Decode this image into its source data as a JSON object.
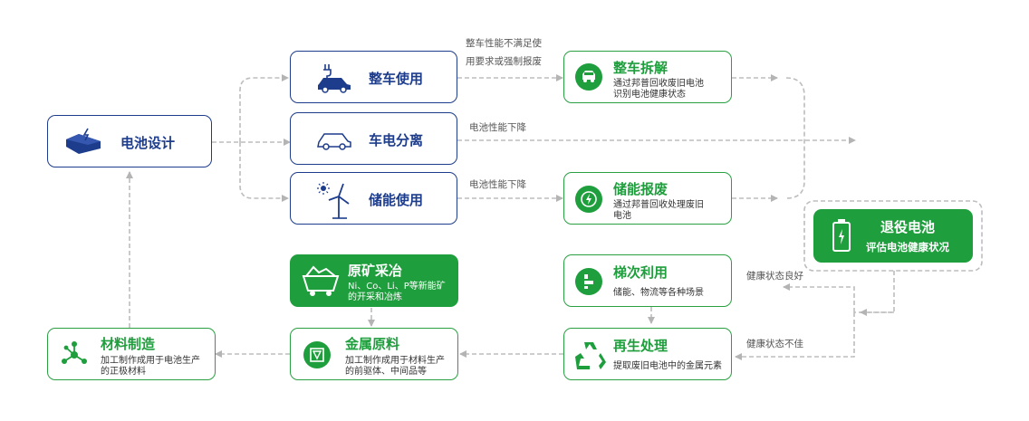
{
  "nodes": {
    "battery_design": {
      "title": "电池设计"
    },
    "vehicle_use": {
      "title": "整车使用"
    },
    "vehicle_battery_separation": {
      "title": "车电分离"
    },
    "storage_use": {
      "title": "储能使用"
    },
    "vehicle_dismantle": {
      "title": "整车拆解",
      "desc_line1": "通过邦普回收废旧电池",
      "desc_line2": "识别电池健康状态"
    },
    "storage_scrap": {
      "title": "储能报废",
      "desc_line1": "通过邦普回收处理废旧",
      "desc_line2": "电池"
    },
    "retired_battery": {
      "title": "退役电池",
      "subtitle": "评估电池健康状况"
    },
    "mining_smelting": {
      "title": "原矿采冶",
      "desc_line1": "Ni、Co、Li、P等新能矿",
      "desc_line2": "的开采和冶炼"
    },
    "cascade_use": {
      "title": "梯次利用",
      "desc_line1": "储能、物流等各种场景"
    },
    "metal_raw": {
      "title": "金属原料",
      "desc_line1": "加工制作成用于材料生产",
      "desc_line2": "的前驱体、中间品等"
    },
    "recycling": {
      "title": "再生处理",
      "desc_line1": "提取废旧电池中的金属元素"
    },
    "material_mfg": {
      "title": "材料制造",
      "desc_line1": "加工制作成用于电池生产",
      "desc_line2": "的正极材料"
    }
  },
  "edge_labels": {
    "vehicle_fail_line1": "整车性能不满足使",
    "vehicle_fail_line2": "用要求或强制报废",
    "battery_degrade_1": "电池性能下降",
    "battery_degrade_2": "电池性能下降",
    "health_good": "健康状态良好",
    "health_poor": "健康状态不佳"
  },
  "colors": {
    "navy": "#1d3c8c",
    "green": "#1e9e3c",
    "arrow": "#b4b4b4"
  },
  "icons": [
    "car-charging-icon",
    "car-icon",
    "wind-turbine-icon",
    "truck-icon",
    "lightning-icon",
    "battery-icon",
    "mine-cart-icon",
    "pie-icon",
    "recycle-icon",
    "metal-icon",
    "molecule-icon",
    "battery-design-icon"
  ]
}
